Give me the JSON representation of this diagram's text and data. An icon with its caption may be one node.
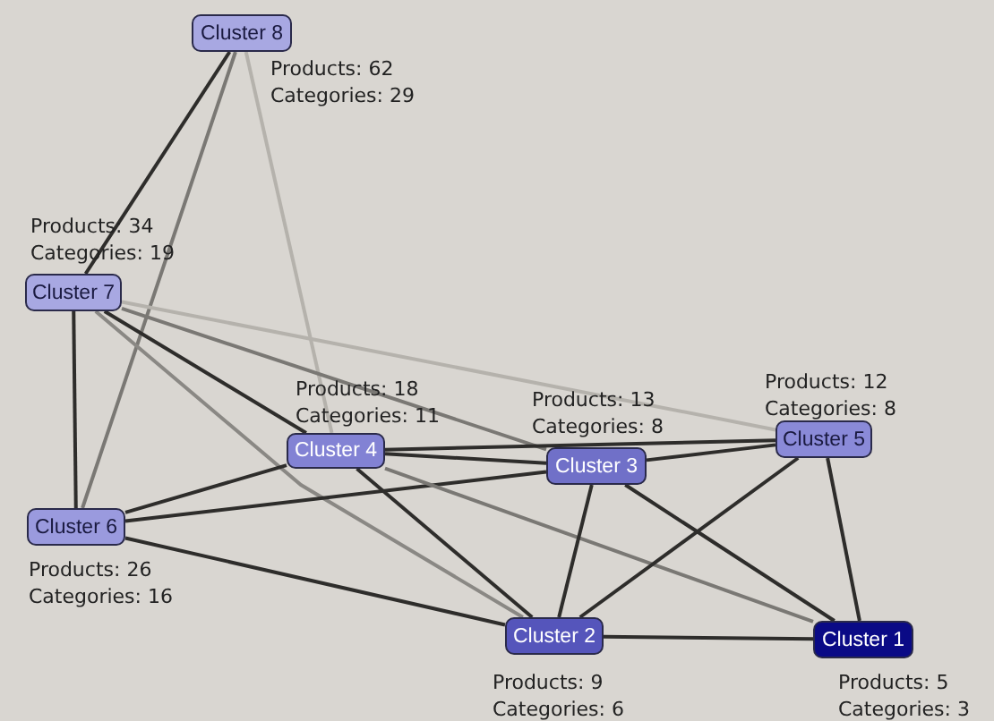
{
  "diagram": {
    "nodes": [
      {
        "text": [
          "Cluster 8"
        ],
        "beside": [
          "Products: 62",
          "Categories: 29"
        ]
      },
      {
        "text": [
          "Cluster 7"
        ],
        "beside": [
          "Products: 34",
          "Categories: 19"
        ]
      },
      {
        "text": [
          "Cluster 4"
        ],
        "beside": [
          "Products: 18",
          "Categories: 11"
        ]
      },
      {
        "text": [
          "Cluster 3"
        ],
        "beside": [
          "Products: 13",
          "Categories: 8"
        ]
      },
      {
        "text": [
          "Cluster 5"
        ],
        "beside": [
          "Products: 12",
          "Categories: 8"
        ]
      },
      {
        "text": [
          "Cluster 6"
        ],
        "beside": [
          "Products: 26",
          "Categories: 16"
        ]
      },
      {
        "text": [
          "Cluster 2"
        ],
        "beside": [
          "Products: 9",
          "Categories: 6"
        ]
      },
      {
        "text": [
          "Cluster 1"
        ],
        "beside": [
          "Products: 5",
          "Categories: 3"
        ]
      }
    ],
    "edges": [
      {
        "from": 0,
        "to": 1,
        "arrow": "none"
      },
      {
        "from": 0,
        "to": 5,
        "arrow": "none",
        "color": "#7a7874"
      },
      {
        "from": 0,
        "to": 2,
        "arrow": "none",
        "color": "#b5b2ac"
      },
      {
        "from": 1,
        "to": 5,
        "arrow": "none"
      },
      {
        "from": 1,
        "to": 2,
        "arrow": "none"
      },
      {
        "from": 1,
        "to": 3,
        "arrow": "none",
        "color": "#7a7874"
      },
      {
        "from": 1,
        "to": 4,
        "arrow": "none",
        "color": "#b5b2ac"
      },
      {
        "from": 1,
        "to": 6,
        "arrow": "none",
        "color": "#8a8884"
      },
      {
        "from": 5,
        "to": 2,
        "arrow": "none"
      },
      {
        "from": 5,
        "to": 3,
        "arrow": "none"
      },
      {
        "from": 5,
        "to": 6,
        "arrow": "none"
      },
      {
        "from": 2,
        "to": 3,
        "arrow": "none"
      },
      {
        "from": 2,
        "to": 4,
        "arrow": "none"
      },
      {
        "from": 2,
        "to": 7,
        "arrow": "none",
        "color": "#7a7874"
      },
      {
        "from": 2,
        "to": 6,
        "arrow": "none"
      },
      {
        "from": 3,
        "to": 4,
        "arrow": "none"
      },
      {
        "from": 3,
        "to": 6,
        "arrow": "none"
      },
      {
        "from": 3,
        "to": 7,
        "arrow": "none"
      },
      {
        "from": 4,
        "to": 6,
        "arrow": "none"
      },
      {
        "from": 4,
        "to": 7,
        "arrow": "none"
      },
      {
        "from": 6,
        "to": 7,
        "arrow": "none"
      }
    ]
  }
}
